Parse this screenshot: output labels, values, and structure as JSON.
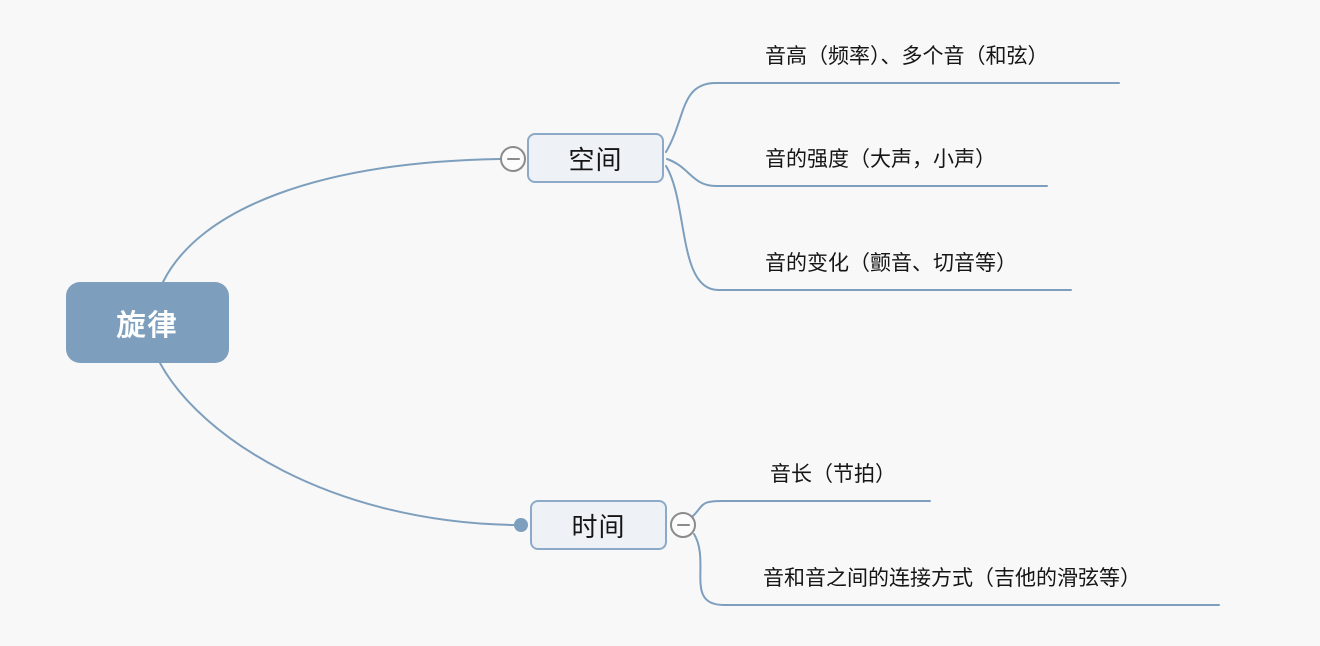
{
  "diagram": {
    "type": "mindmap",
    "colors": {
      "background": "#f8f8f8",
      "root_fill": "#7d9fbd",
      "root_text": "#ffffff",
      "branch_fill": "#eef1f6",
      "branch_border": "#8caac7",
      "connector": "#7d9fbd",
      "collapse_icon": "#8b8b8b",
      "text": "#151515"
    },
    "root": {
      "label": "旋律"
    },
    "branches": [
      {
        "label": "空间",
        "collapse_icon": "minus-icon",
        "children": [
          {
            "label": "音高（频率）、多个音（和弦）"
          },
          {
            "label": "音的强度（大声，小声）"
          },
          {
            "label": "音的变化（颤音、切音等）"
          }
        ]
      },
      {
        "label": "时间",
        "collapse_icon": "minus-icon",
        "children": [
          {
            "label": "音长（节拍）"
          },
          {
            "label": "音和音之间的连接方式（吉他的滑弦等）"
          }
        ]
      }
    ]
  }
}
